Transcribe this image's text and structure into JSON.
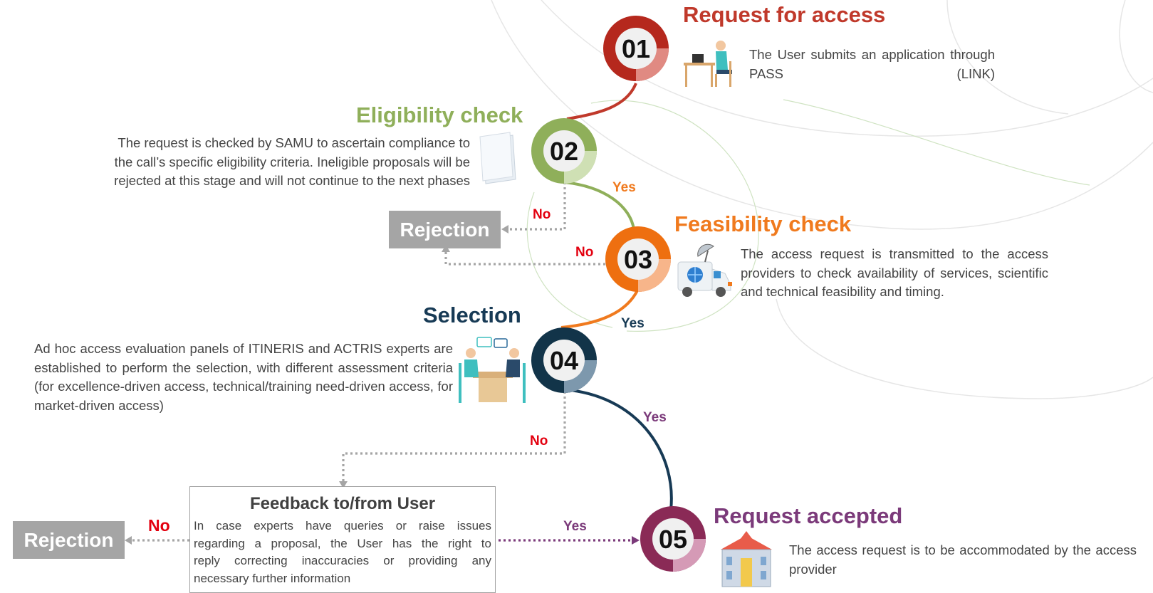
{
  "steps": [
    {
      "number": "01",
      "title": "Request for access",
      "color": "#c0392b",
      "icon": "person-at-laptop-icon",
      "desc": "The User submits an application through PASS (LINK)"
    },
    {
      "number": "02",
      "title": "Eligibility check",
      "color": "#8faf5a",
      "icon": "document-icon",
      "desc_lines": [
        "The request is checked by SAMU to ascertain compliance to",
        "the call’s specific eligibility criteria. Ineligible proposals will be",
        "rejected at this stage and will not continue to the next phases"
      ]
    },
    {
      "number": "03",
      "title": "Feasibility check",
      "color": "#f07a1e",
      "icon": "satellite-van-icon",
      "desc": "The access request is transmitted to the access providers to check availability of services, scientific and technical feasibility and timing."
    },
    {
      "number": "04",
      "title": "Selection",
      "color": "#173a55",
      "icon": "meeting-icon",
      "desc": "Ad hoc access evaluation panels of ITINERIS and ACTRIS experts are established to perform the selection, with different assessment criteria (for excellence-driven access, technical/training need-driven access, for market-driven access)"
    },
    {
      "number": "05",
      "title": "Request accepted",
      "color": "#7b3a7a",
      "icon": "institution-building-icon",
      "desc": "The access request is to be accommodated by the access provider"
    }
  ],
  "labels": {
    "yes": "Yes",
    "no": "No"
  },
  "rejection": "Rejection",
  "feedback": {
    "title": "Feedback to/from User",
    "lines": [
      "In case experts have queries or raise issues",
      "regarding a proposal, the User has the right to",
      "reply correcting inaccuracies or providing any",
      "necessary further information"
    ]
  }
}
